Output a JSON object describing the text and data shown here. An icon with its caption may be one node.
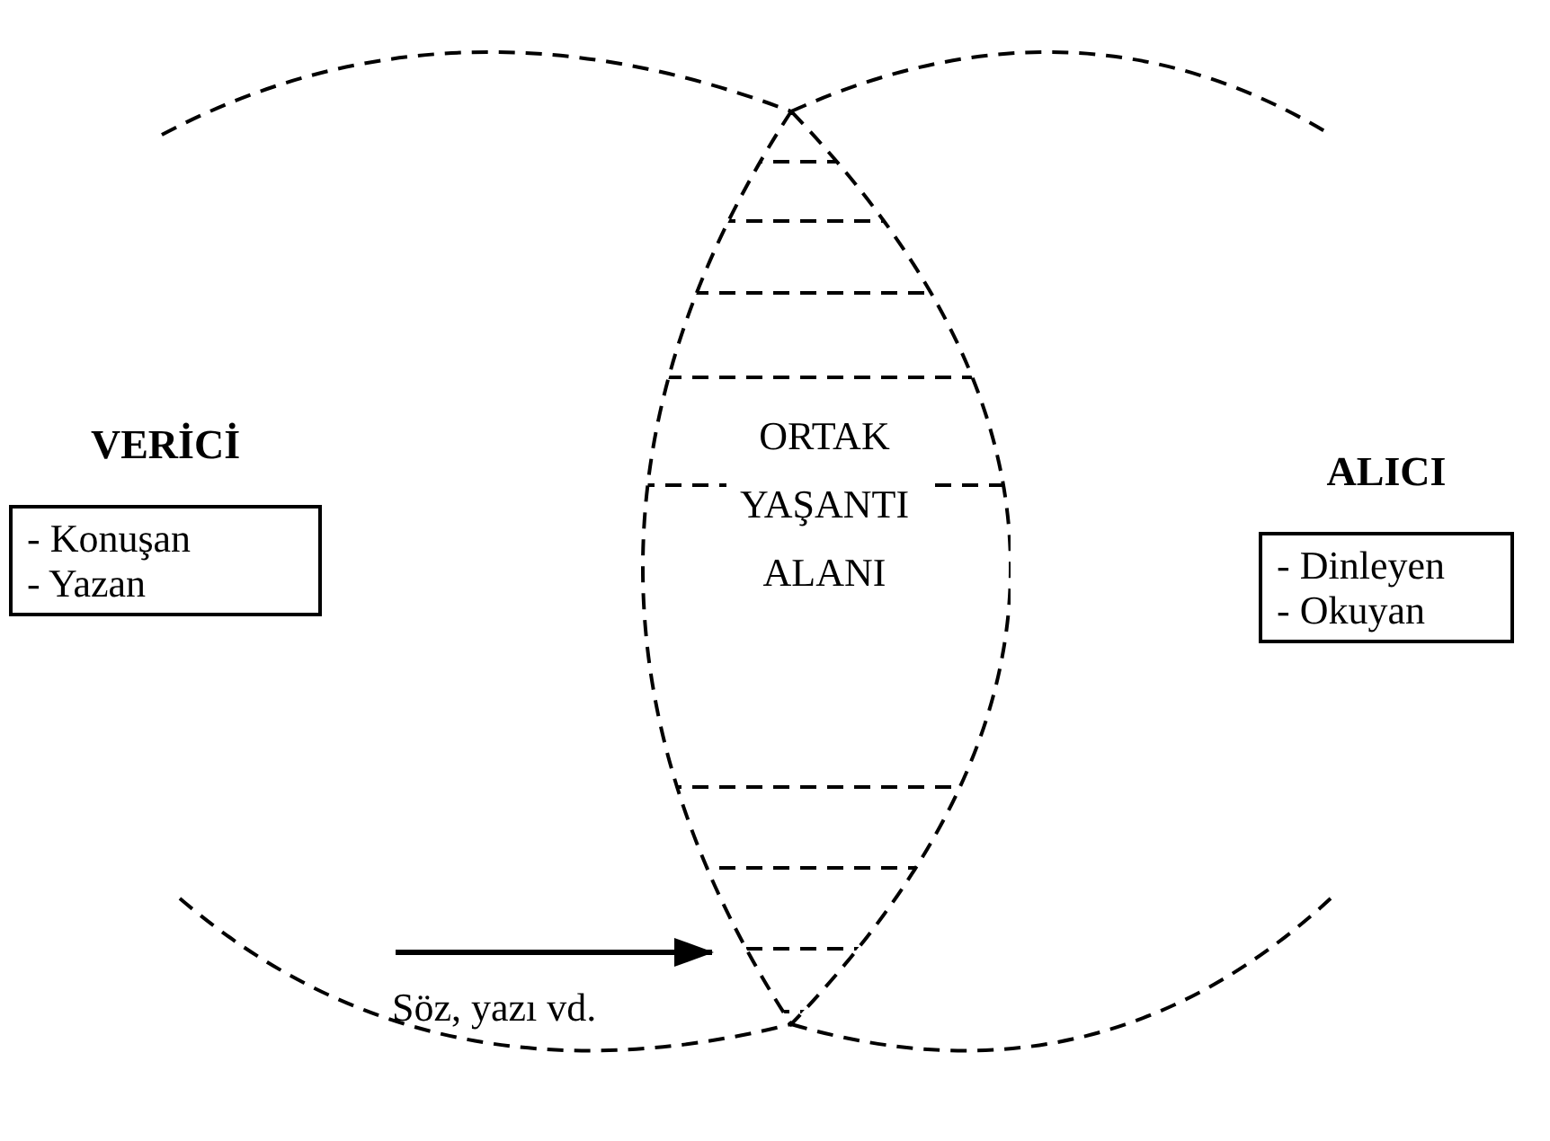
{
  "diagram": {
    "nodes": [
      {
        "text": [
          "VERİCİ",
          "- Konuşan",
          "- Yazan"
        ]
      },
      {
        "text": [
          "ORTAK YAŞANTI ALANI"
        ]
      },
      {
        "text": [
          "ALICI",
          "- Dinleyen",
          "- Okuyan"
        ]
      }
    ],
    "labels": [
      "Söz, yazı vd."
    ]
  }
}
